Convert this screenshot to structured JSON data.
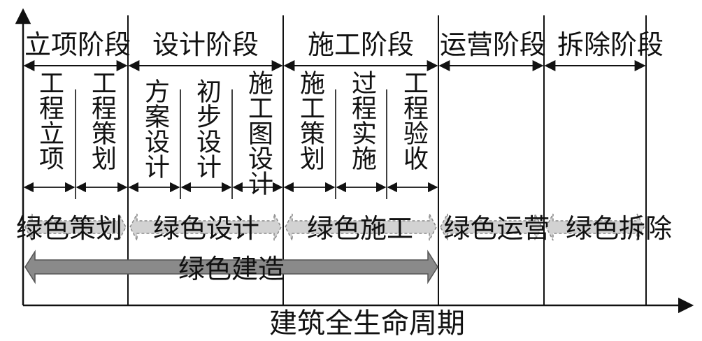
{
  "phases": [
    {
      "label": "立项阶段"
    },
    {
      "label": "设计阶段"
    },
    {
      "label": "施工阶段"
    },
    {
      "label": "运营阶段"
    },
    {
      "label": "拆除阶段"
    }
  ],
  "sub_steps": [
    {
      "label": "工程立项"
    },
    {
      "label": "工程策划"
    },
    {
      "label": "方案设计"
    },
    {
      "label": "初步设计"
    },
    {
      "label": "施工图设计"
    },
    {
      "label": "施工策划"
    },
    {
      "label": "过程实施"
    },
    {
      "label": "工程验收"
    }
  ],
  "green_stages": [
    {
      "label": "绿色策划"
    },
    {
      "label": "绿色设计"
    },
    {
      "label": "绿色施工"
    },
    {
      "label": "绿色运营"
    },
    {
      "label": "绿色拆除"
    }
  ],
  "green_build": {
    "label": "绿色建造"
  },
  "axis": {
    "label": "建筑全生命周期"
  },
  "colors": {
    "line": "#111111",
    "band_fill": "#d2d2d2",
    "band_stroke": "#8a8a8a",
    "build_fill": "#8a8a8a",
    "build_stroke": "#555555"
  }
}
